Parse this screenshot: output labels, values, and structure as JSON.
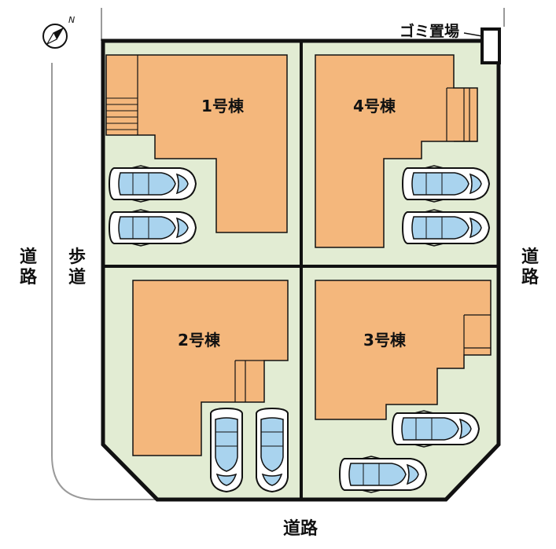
{
  "colors": {
    "lot_fill": "#e2ecd3",
    "building_fill": "#f4b77c",
    "outline": "#111111",
    "car_body": "#ffffff",
    "car_glass": "#a9d3ee",
    "road_line": "#9a9a9a"
  },
  "compass": {
    "label": "N",
    "icon": "north-arrow-icon"
  },
  "annotation": {
    "garbage_station": "ゴミ置場"
  },
  "roads": {
    "west": "道路",
    "sidewalk": "歩道",
    "east": "道路",
    "south": "道路"
  },
  "lots": [
    {
      "id": "lot-1",
      "label": "1号棟",
      "parking_spaces": 2
    },
    {
      "id": "lot-4",
      "label": "4号棟",
      "parking_spaces": 2
    },
    {
      "id": "lot-2",
      "label": "2号棟",
      "parking_spaces": 2
    },
    {
      "id": "lot-3",
      "label": "3号棟",
      "parking_spaces": 2
    }
  ]
}
